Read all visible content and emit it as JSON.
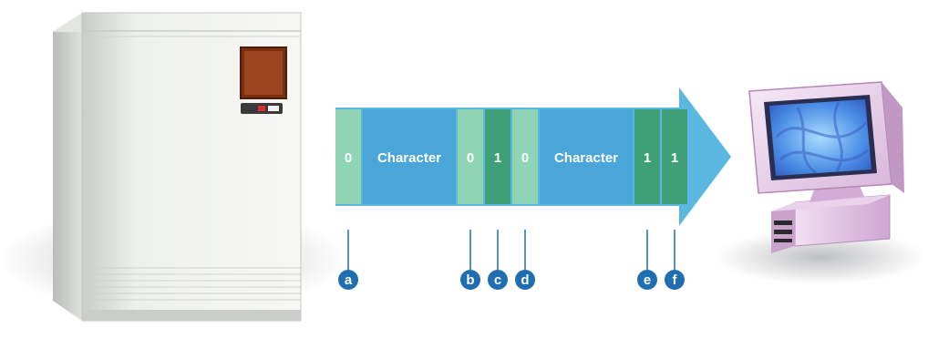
{
  "colors": {
    "arrow": "#5ab7e0",
    "light_green": "#8fd4b4",
    "dark_green": "#3f9f79",
    "blue_segment": "#4aa6d9",
    "marker": "#1f6eb2",
    "text": "#ffffff"
  },
  "icons": {
    "left_device": "server-icon",
    "right_device": "computer-monitor-icon"
  },
  "stream": [
    {
      "label": "0",
      "kind": "light-green"
    },
    {
      "label": "Character",
      "kind": "blue"
    },
    {
      "label": "0",
      "kind": "light-green"
    },
    {
      "label": "1",
      "kind": "dark-green"
    },
    {
      "label": "0",
      "kind": "light-green"
    },
    {
      "label": "Character",
      "kind": "blue"
    },
    {
      "label": "1",
      "kind": "dark-green"
    },
    {
      "label": "1",
      "kind": "dark-green"
    }
  ],
  "markers": [
    {
      "letter": "a",
      "segment": 0
    },
    {
      "letter": "b",
      "segment": 2
    },
    {
      "letter": "c",
      "segment": 3
    },
    {
      "letter": "d",
      "segment": 4
    },
    {
      "letter": "e",
      "segment": 6
    },
    {
      "letter": "f",
      "segment": 7
    }
  ]
}
